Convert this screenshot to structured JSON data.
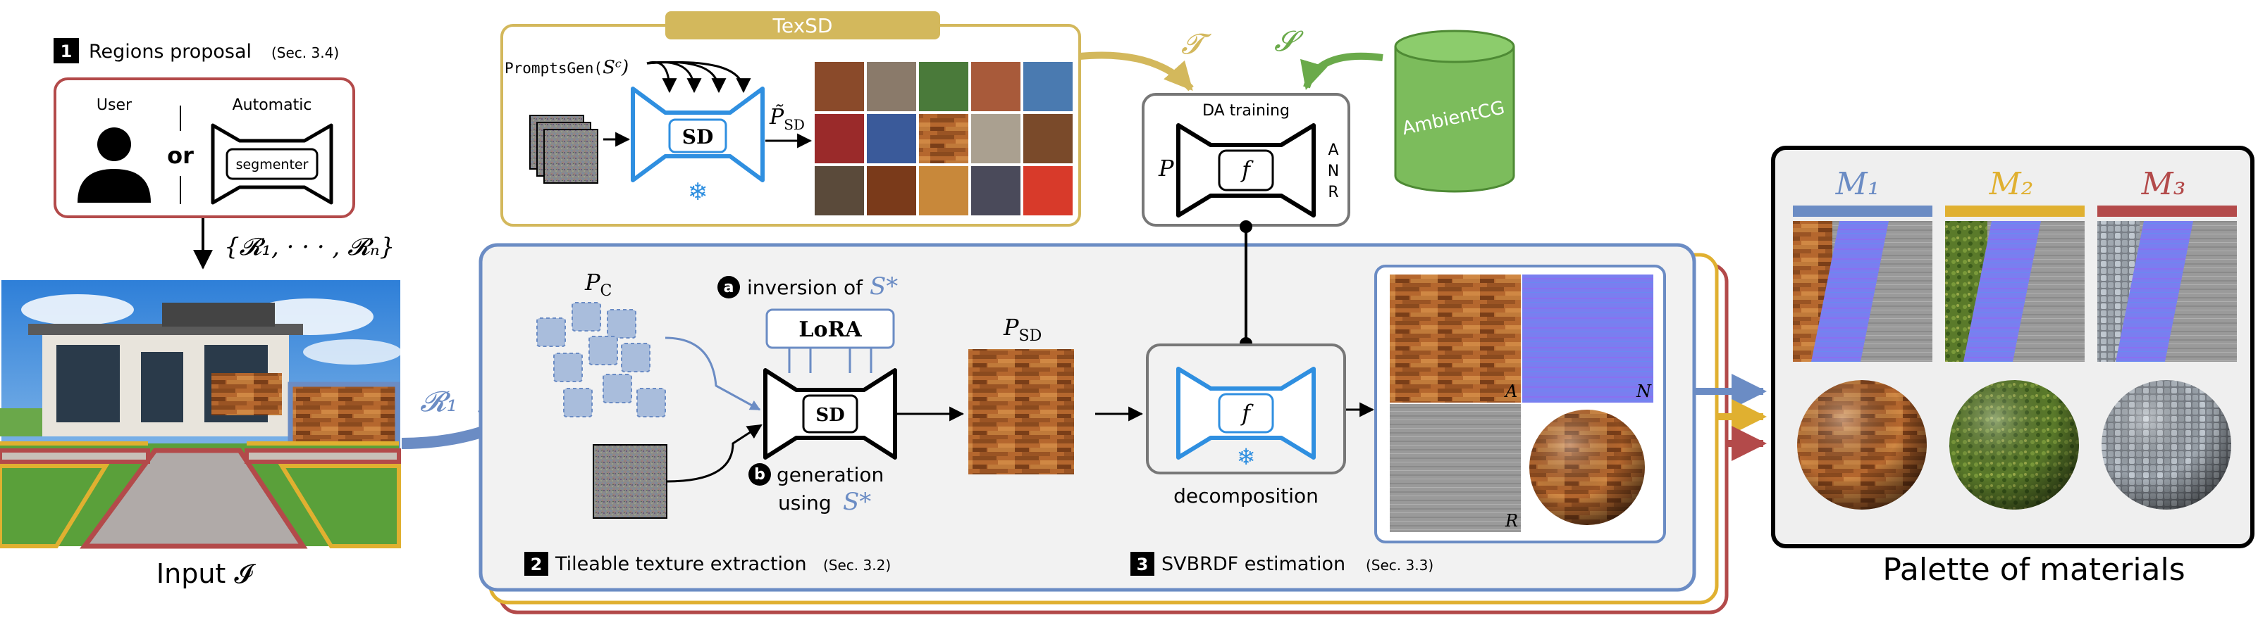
{
  "colors": {
    "blue": "#6b8cc4",
    "yellow": "#e0b030",
    "red": "#b34a4a",
    "sd_blue": "#2f8fe0",
    "green": "#6aaa4a",
    "green_dark": "#4e8a34",
    "tan": "#d3b85c"
  },
  "step1": {
    "num": "1",
    "title": "Regions proposal",
    "sec": "(Sec. 3.4)",
    "user": "User",
    "or": "or",
    "automatic": "Automatic",
    "segmenter": "segmenter",
    "regions": "{𝓡₁, · · · , 𝓡ₙ}",
    "input_label": "Input 𝓘",
    "region_arrow_label": "𝓡₁"
  },
  "texsd": {
    "title": "TexSD",
    "prompts": "PromptsGen(",
    "prompts_arg": "Sᶜ)",
    "sd": "SD",
    "psd_tilde": "P̃_SD"
  },
  "da": {
    "title": "DA training",
    "p": "P",
    "f": "f",
    "anr": [
      "A",
      "N",
      "R"
    ],
    "tau": "𝓣",
    "s": "𝓢",
    "ambient": "AmbientCG"
  },
  "step2": {
    "num": "2",
    "title": "Tileable texture extraction",
    "sec": "(Sec. 3.2)",
    "pc": "P_C",
    "a_badge": "a",
    "inversion": "inversion of",
    "s_star": "S*",
    "lora": "LoRA",
    "sd": "SD",
    "b_badge": "b",
    "generation": "generation",
    "using": "using",
    "psd": "P_SD"
  },
  "step3": {
    "num": "3",
    "title": "SVBRDF estimation",
    "sec": "(Sec. 3.3)",
    "f": "f",
    "decomposition": "decomposition",
    "maps": [
      "A",
      "N",
      "R"
    ]
  },
  "palette": {
    "title": "Palette of materials",
    "materials": [
      "M₁",
      "M₂",
      "M₃"
    ]
  }
}
